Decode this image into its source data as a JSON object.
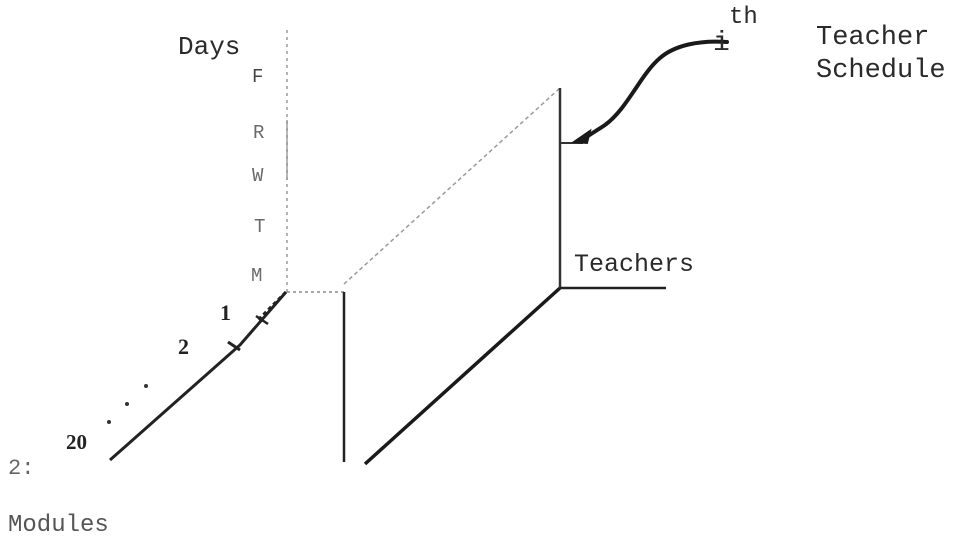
{
  "axes": {
    "days": {
      "title": "Days",
      "labels": [
        "M",
        "T",
        "W",
        "R",
        "F"
      ]
    },
    "modules": {
      "title": "Modules",
      "labels": [
        "1",
        "2",
        "20",
        "2:"
      ],
      "ellipsis": ". . ."
    },
    "teachers": {
      "title": "Teachers"
    }
  },
  "callout": {
    "superscript_base": "i",
    "superscript": "th",
    "line1": "Teacher",
    "line2": "Schedule"
  }
}
